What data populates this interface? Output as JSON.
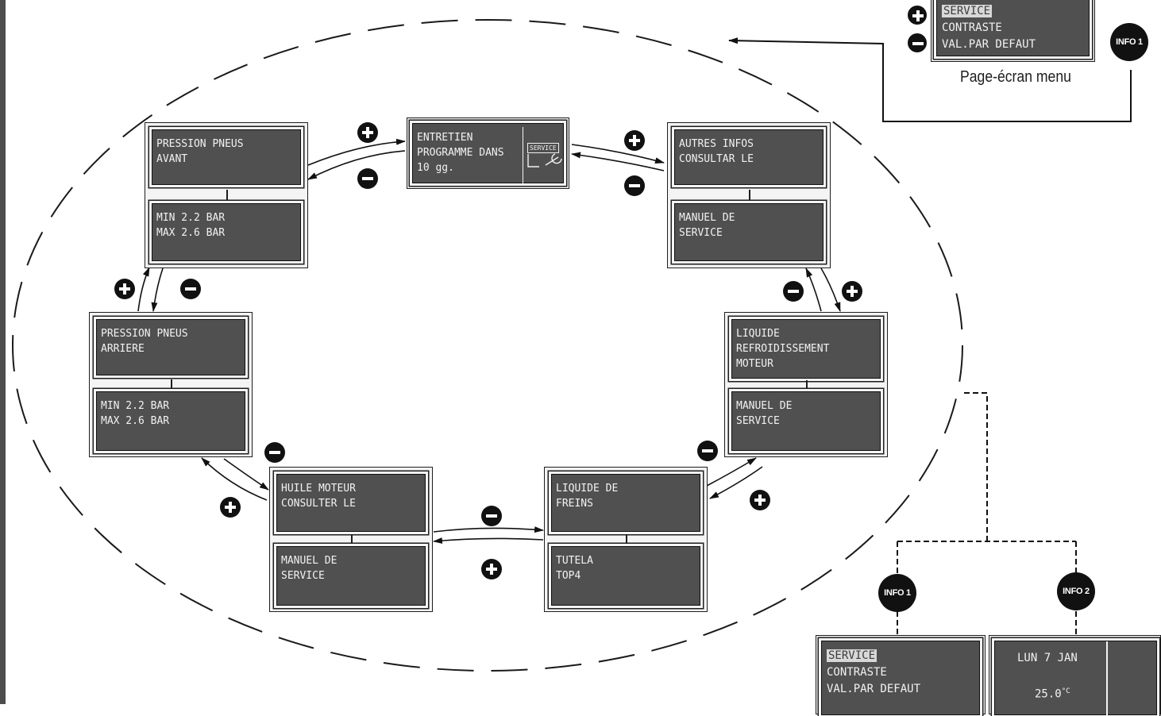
{
  "menu_caption": "Page-écran menu",
  "info_buttons": {
    "info1_label": "INFO 1",
    "info2_label": "INFO 2"
  },
  "menu_screen": {
    "items": [
      "SERVICE",
      "CONTRASTE",
      "VAL.PAR DEFAUT"
    ]
  },
  "cycle_screens": {
    "entretien": {
      "lines": [
        "ENTRETIEN",
        "PROGRAMME DANS",
        "10 gg."
      ],
      "icon_label": "SERVICE"
    },
    "pression_avant": {
      "top": [
        "PRESSION PNEUS",
        "AVANT"
      ],
      "bottom": [
        "MIN 2.2 BAR",
        "MAX 2.6 BAR"
      ]
    },
    "autres_infos": {
      "top": [
        "AUTRES INFOS",
        "CONSULTAR LE"
      ],
      "bottom": [
        "MANUEL DE",
        "SERVICE"
      ]
    },
    "pression_arriere": {
      "top": [
        "PRESSION PNEUS",
        "ARRIERE"
      ],
      "bottom": [
        "MIN 2.2 BAR",
        "MAX 2.6 BAR"
      ]
    },
    "liquide_refroidissement": {
      "top": [
        "LIQUIDE",
        "REFROIDISSEMENT",
        "MOTEUR"
      ],
      "bottom": [
        "MANUEL DE",
        "SERVICE"
      ]
    },
    "huile_moteur": {
      "top": [
        "HUILE MOTEUR",
        "CONSULTER LE"
      ],
      "bottom": [
        "MANUEL DE",
        "SERVICE"
      ]
    },
    "liquide_freins": {
      "top": [
        "LIQUIDE DE",
        "FREINS"
      ],
      "bottom": [
        "TUTELA",
        "TOP4"
      ]
    }
  },
  "clock_screen": {
    "date": "LUN 7 JAN",
    "temperature": "25.0",
    "temperature_unit": "°C"
  },
  "colors": {
    "lcd_background": "#505050",
    "lcd_text": "#f2f2f2",
    "ink": "#111111",
    "highlight": "#d8d8d8"
  }
}
